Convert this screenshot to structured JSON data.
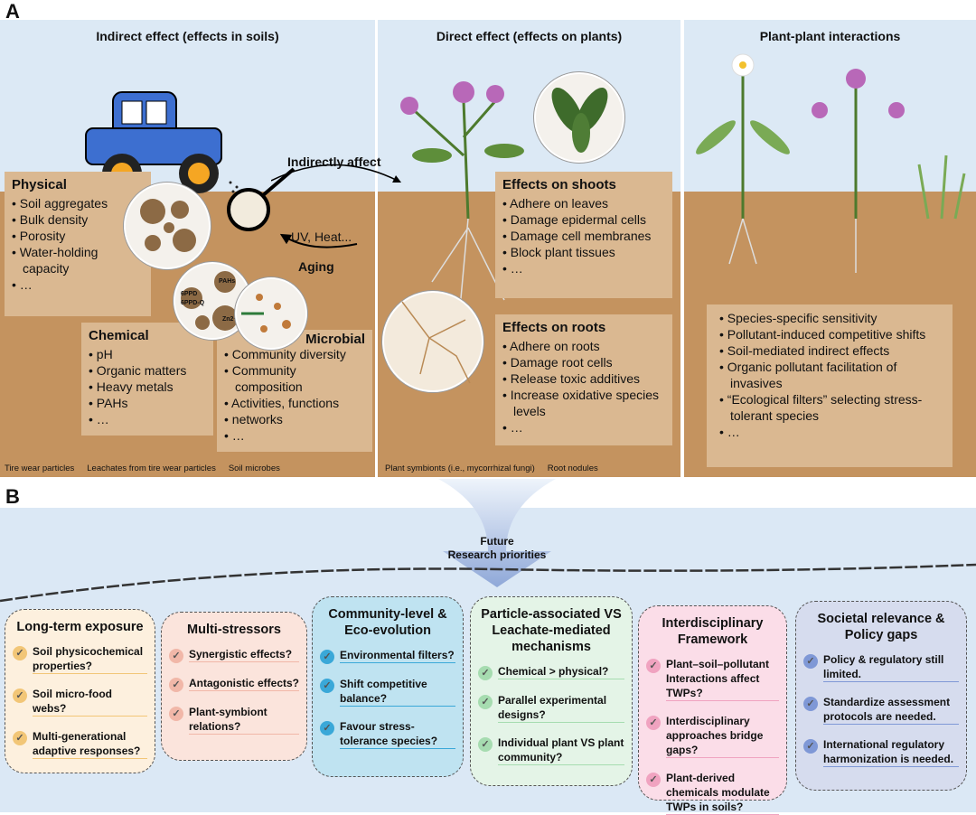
{
  "labels": {
    "a": "A",
    "b": "B"
  },
  "panel_a": {
    "indirect": {
      "title": "Indirect effect (effects in soils)",
      "arrow_label": "Indirectly affect",
      "aging": "Aging",
      "uv": "UV, Heat...",
      "circle_labels": [
        "PAHs",
        "6PPD",
        "6PPD-Q",
        "Zn2+"
      ],
      "physical": {
        "title": "Physical",
        "items": [
          "Soil aggregates",
          "Bulk density",
          "Porosity",
          "Water-holding capacity",
          "…"
        ]
      },
      "chemical": {
        "title": "Chemical",
        "items": [
          "pH",
          "Organic matters",
          "Heavy metals",
          "PAHs",
          "…"
        ]
      },
      "microbial": {
        "title": "Microbial",
        "items": [
          "Community diversity",
          "Community composition",
          "Activities, functions",
          "networks",
          "…"
        ]
      },
      "legend": [
        "Tire wear particles",
        "Leachates from tire wear particles",
        "Soil microbes"
      ]
    },
    "direct": {
      "title": "Direct effect (effects on plants)",
      "shoots": {
        "title": "Effects on shoots",
        "items": [
          "Adhere on leaves",
          "Damage epidermal cells",
          "Damage cell membranes",
          "Block plant tissues",
          "…"
        ]
      },
      "roots": {
        "title": "Effects on roots",
        "items": [
          "Adhere on roots",
          "Damage root cells",
          "Release toxic additives",
          "Increase oxidative species levels",
          "…"
        ]
      },
      "legend": [
        "Plant symbionts (i.e., mycorrhizal fungi)",
        "Root nodules"
      ]
    },
    "plant_plant": {
      "title": "Plant-plant interactions",
      "items": [
        "Species-specific sensitivity",
        "Pollutant-induced competitive shifts",
        "Soil-mediated indirect effects",
        "Organic pollutant facilitation of invasives",
        "“Ecological filters” selecting stress-tolerant species",
        "…"
      ]
    }
  },
  "panel_b": {
    "arrow_label": [
      "Future",
      "Research priorities"
    ],
    "cards": [
      {
        "title": "Long-term exposure",
        "color": "#fdf0de",
        "check": "#f2c677",
        "items": [
          "Soil physicochemical properties?",
          "Soil micro-food webs?",
          "Multi-generational adaptive responses?"
        ]
      },
      {
        "title": "Multi-stressors",
        "color": "#fbe4dc",
        "check": "#f1b7a8",
        "items": [
          "Synergistic effects?",
          "Antagonistic effects?",
          "Plant-symbiont relations?"
        ]
      },
      {
        "title": "Community-level & Eco-evolution",
        "color": "#bfe3f1",
        "check": "#3aa8d8",
        "items": [
          "Environmental filters?",
          "Shift competitive balance?",
          "Favour stress-tolerance species?"
        ]
      },
      {
        "title": "Particle-associated VS Leachate-mediated mechanisms",
        "color": "#e4f4e7",
        "check": "#a6dcb0",
        "items": [
          "Chemical > physical?",
          "Parallel experimental designs?",
          "Individual plant VS plant community?"
        ]
      },
      {
        "title": "Interdisciplinary Framework",
        "color": "#fbdde8",
        "check": "#f0a3c0",
        "items": [
          "Plant–soil–pollutant Interactions affect TWPs?",
          "Interdisciplinary approaches bridge gaps?",
          "Plant-derived chemicals modulate TWPs in soils?"
        ]
      },
      {
        "title": "Societal relevance & Policy gaps",
        "color": "#d6dcee",
        "check": "#7f98d6",
        "items": [
          "Policy & regulatory still limited.",
          "Standardize assessment protocols are needed.",
          "International regulatory harmonization is needed."
        ]
      }
    ]
  }
}
